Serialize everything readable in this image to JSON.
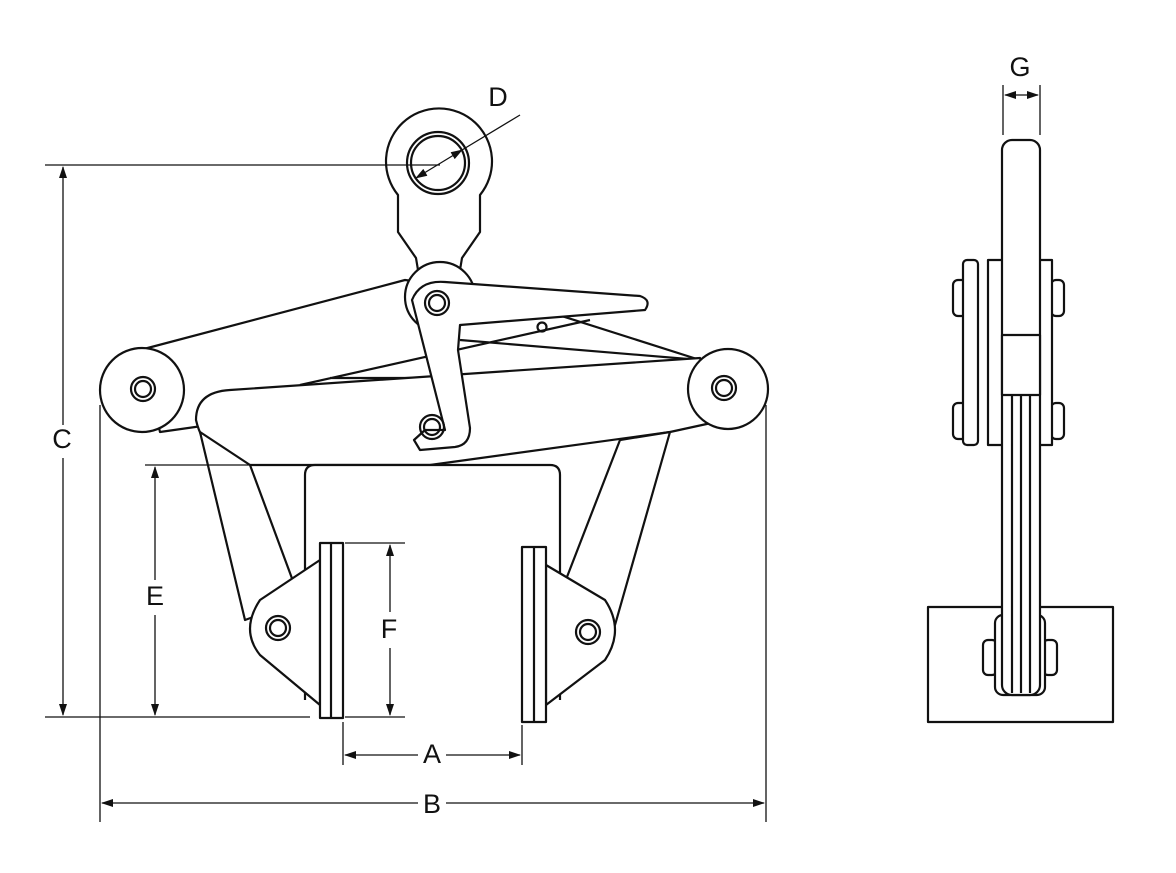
{
  "labels": {
    "A": "A",
    "B": "B",
    "C": "C",
    "D": "D",
    "E": "E",
    "F": "F",
    "G": "G"
  },
  "colors": {
    "line": "#111111",
    "fill": "#ffffff"
  }
}
